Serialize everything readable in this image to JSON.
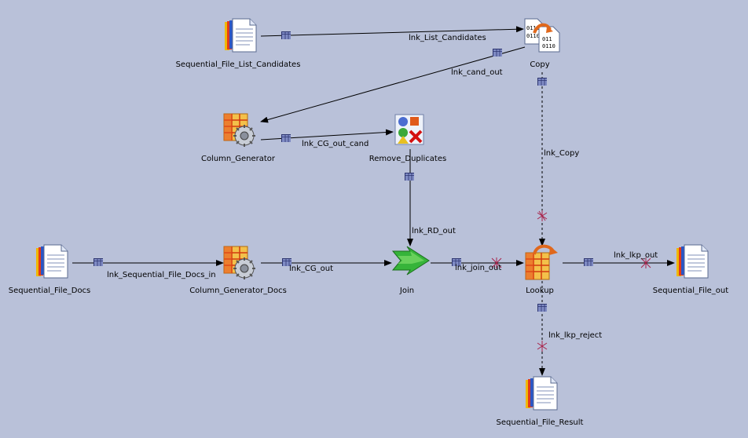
{
  "stages": {
    "seq_list_candidates": "Sequential_File_List_Candidates",
    "copy": "Copy",
    "column_generator": "Column_Generator",
    "remove_duplicates": "Remove_Duplicates",
    "seq_docs": "Sequential_File_Docs",
    "column_generator_docs": "Column_Generator_Docs",
    "join": "Join",
    "lookup": "Lookup",
    "seq_out": "Sequential_File_out",
    "seq_result": "Sequential_File_Result"
  },
  "links": {
    "lnk_list_candidates": "lnk_List_Candidates",
    "lnk_cand_out": "lnk_cand_out",
    "lnk_cg_out_cand": "lnk_CG_out_cand",
    "lnk_copy": "lnk_Copy",
    "lnk_rd_out": "lnk_RD_out",
    "lnk_seq_docs_in": "lnk_Sequential_File_Docs_in",
    "lnk_cg_out": "lnk_CG_out",
    "lnk_join_out": "lnk_join_out",
    "lnk_lkp_out": "lnk_lkp_out",
    "lnk_lkp_reject": "lnk_lkp_reject"
  },
  "colors": {
    "background": "#b9c1d9",
    "link_box": "#7f8bc4",
    "line": "#000000"
  }
}
